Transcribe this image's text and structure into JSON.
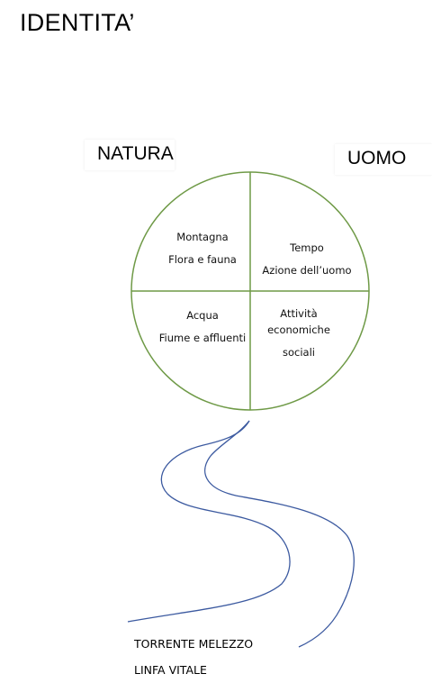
{
  "title": "IDENTITA’",
  "labels": {
    "left": "NATURA",
    "right": "UOMO"
  },
  "quadrants": {
    "top_left": [
      "Montagna",
      "Flora e fauna"
    ],
    "top_right": [
      "Tempo",
      "Azione dell’uomo"
    ],
    "bottom_left": [
      "Acqua",
      "Fiume e affluenti"
    ],
    "bottom_right": [
      "Attività",
      "economiche",
      "sociali"
    ]
  },
  "bottom": {
    "line1": "TORRENTE MELEZZO",
    "line2": "LINFA VITALE"
  },
  "colors": {
    "circle": "#6f9a47",
    "river": "#3c5aa0"
  }
}
